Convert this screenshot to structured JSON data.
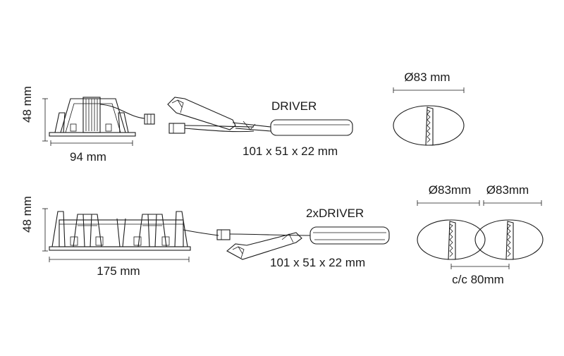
{
  "single": {
    "height_label": "48 mm",
    "width_label": "94 mm",
    "driver_label": "DRIVER",
    "driver_dims": "101 x 51 x 22 mm",
    "cutout_label": "Ø83 mm"
  },
  "double": {
    "height_label": "48 mm",
    "width_label": "175 mm",
    "driver_label": "2xDRIVER",
    "driver_dims": "101 x 51 x 22 mm",
    "cutout_left_label": "Ø83mm",
    "cutout_right_label": "Ø83mm",
    "center_distance_label": "c/c 80mm"
  }
}
